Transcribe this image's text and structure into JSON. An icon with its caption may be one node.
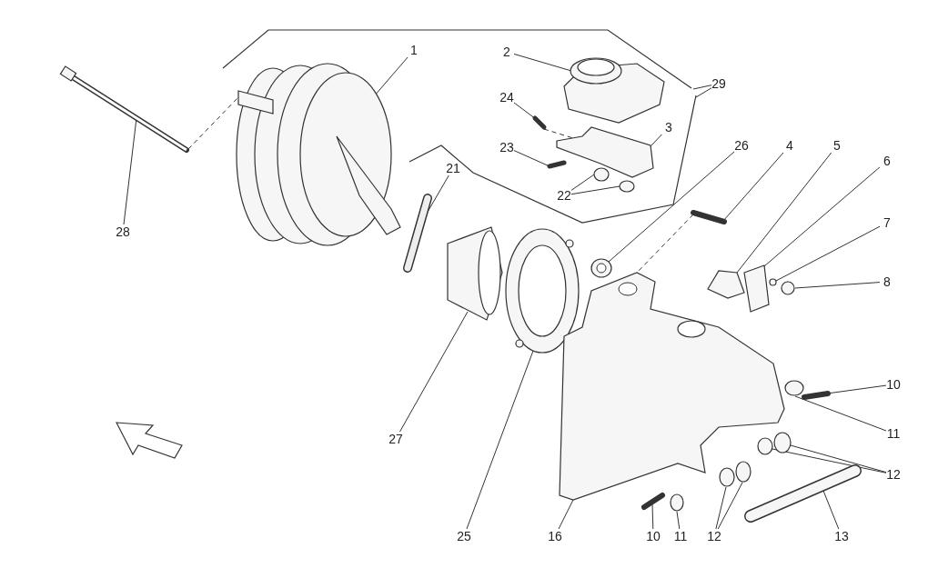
{
  "diagram": {
    "nodes": [
      {
        "text": [
          "1"
        ]
      },
      {
        "text": [
          "2"
        ]
      },
      {
        "text": [
          "29"
        ]
      },
      {
        "text": [
          "24"
        ]
      },
      {
        "text": [
          "3"
        ]
      },
      {
        "text": [
          "23"
        ]
      },
      {
        "text": [
          "26"
        ]
      },
      {
        "text": [
          "4"
        ]
      },
      {
        "text": [
          "5"
        ]
      },
      {
        "text": [
          "6"
        ]
      },
      {
        "text": [
          "21"
        ]
      },
      {
        "text": [
          "22"
        ]
      },
      {
        "text": [
          "28"
        ]
      },
      {
        "text": [
          "7"
        ]
      },
      {
        "text": [
          "8"
        ]
      },
      {
        "text": [
          "10"
        ]
      },
      {
        "text": [
          "11"
        ]
      },
      {
        "text": [
          "27"
        ]
      },
      {
        "text": [
          "12"
        ]
      },
      {
        "text": [
          "25"
        ]
      },
      {
        "text": [
          "16"
        ]
      },
      {
        "text": [
          "10"
        ]
      },
      {
        "text": [
          "11"
        ]
      },
      {
        "text": [
          "12"
        ]
      },
      {
        "text": [
          "13"
        ]
      },
      {
        "text": [],
        "shape": "picture"
      },
      {
        "text": [],
        "shape": "picture"
      },
      {
        "text": [],
        "shape": "picture"
      },
      {
        "text": [],
        "shape": "picture"
      },
      {
        "text": [],
        "shape": "picture"
      },
      {
        "text": [],
        "shape": "picture"
      },
      {
        "text": [],
        "shape": "picture"
      },
      {
        "text": [],
        "shape": "picture"
      },
      {
        "text": [],
        "shape": "picture"
      },
      {
        "text": [],
        "shape": "circle"
      },
      {
        "text": [],
        "shape": "circle"
      },
      {
        "text": [],
        "shape": "picture"
      },
      {
        "text": [],
        "shape": "picture"
      },
      {
        "text": [],
        "shape": "picture"
      },
      {
        "text": [],
        "shape": "circle"
      },
      {
        "text": [],
        "shape": "picture"
      },
      {
        "text": [],
        "shape": "picture"
      },
      {
        "text": [],
        "shape": "circle"
      },
      {
        "text": [],
        "shape": "circle"
      },
      {
        "text": [],
        "shape": "picture"
      },
      {
        "text": [],
        "shape": "picture"
      },
      {
        "text": [],
        "shape": "circle"
      },
      {
        "text": [],
        "shape": "circle"
      },
      {
        "text": [],
        "shape": "circle"
      },
      {
        "text": [],
        "shape": "circle"
      },
      {
        "text": [],
        "shape": "circle"
      },
      {
        "text": [],
        "shape": "picture"
      }
    ],
    "edges": [
      {
        "from": 0,
        "to": 26,
        "arrow": "none"
      },
      {
        "from": 1,
        "to": 32,
        "arrow": "none"
      },
      {
        "from": 2,
        "to": null,
        "arrow": "none"
      },
      {
        "from": 2,
        "to": null,
        "arrow": "none"
      },
      {
        "from": 3,
        "to": 30,
        "arrow": "none"
      },
      {
        "from": 4,
        "to": 33,
        "arrow": "none"
      },
      {
        "from": 5,
        "to": 31,
        "arrow": "none"
      },
      {
        "from": 6,
        "to": 36,
        "arrow": "none"
      },
      {
        "from": 7,
        "to": 40,
        "arrow": "none"
      },
      {
        "from": 8,
        "to": 41,
        "arrow": "none"
      },
      {
        "from": 9,
        "to": 45,
        "arrow": "none"
      },
      {
        "from": 10,
        "to": 27,
        "arrow": "none"
      },
      {
        "from": 11,
        "to": 34,
        "arrow": "none"
      },
      {
        "from": 11,
        "to": 35,
        "arrow": "none"
      },
      {
        "from": 12,
        "to": 25,
        "arrow": "none"
      },
      {
        "from": 13,
        "to": 46,
        "arrow": "none"
      },
      {
        "from": 14,
        "to": 50,
        "arrow": "none"
      },
      {
        "from": 15,
        "to": 51,
        "arrow": "none"
      },
      {
        "from": 16,
        "to": 49,
        "arrow": "none"
      },
      {
        "from": 17,
        "to": 28,
        "arrow": "none"
      },
      {
        "from": 18,
        "to": 47,
        "arrow": "none"
      },
      {
        "from": 18,
        "to": 48,
        "arrow": "none"
      },
      {
        "from": 19,
        "to": 29,
        "arrow": "none"
      },
      {
        "from": 20,
        "to": 37,
        "arrow": "none"
      },
      {
        "from": 21,
        "to": 38,
        "arrow": "none"
      },
      {
        "from": 22,
        "to": 39,
        "arrow": "none"
      },
      {
        "from": 23,
        "to": 42,
        "arrow": "none"
      },
      {
        "from": 23,
        "to": 43,
        "arrow": "none"
      },
      {
        "from": 24,
        "to": 44,
        "arrow": "none"
      },
      {
        "from": 25,
        "to": 26,
        "arrow": "none",
        "style": "dashed"
      },
      {
        "from": 30,
        "to": 33,
        "arrow": "none",
        "style": "dashed"
      },
      {
        "from": 40,
        "to": 37,
        "arrow": "none",
        "style": "dashed"
      }
    ]
  }
}
